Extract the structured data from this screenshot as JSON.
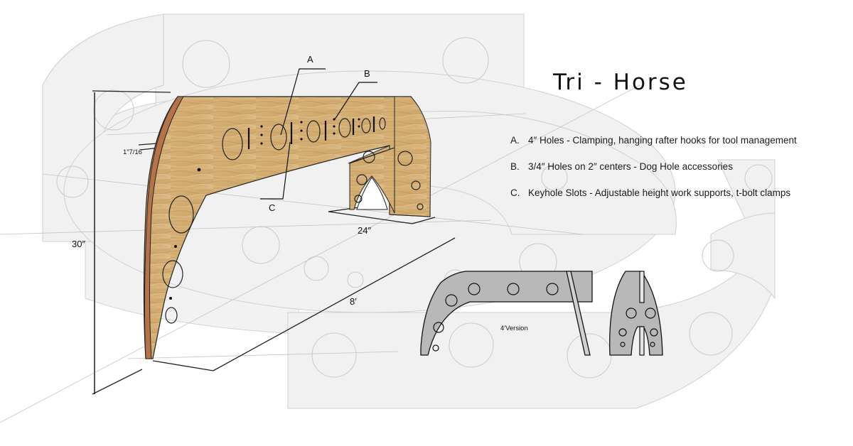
{
  "title": "Tri - Horse",
  "notes": [
    {
      "key": "A.",
      "text": "4″ Holes - Clamping, hanging rafter hooks for tool management"
    },
    {
      "key": "B.",
      "text": "3/4″ Holes on 2″ centers - Dog Hole accessories"
    },
    {
      "key": "C.",
      "text": "Keyhole Slots - Adjustable height work supports, t-bolt clamps"
    }
  ],
  "callouts": {
    "a": "A",
    "b": "B",
    "c": "C"
  },
  "dimensions": {
    "thickness": "1”7/16",
    "height": "30″",
    "width": "24″",
    "length": "8′"
  },
  "version_label": "4′Version",
  "colors": {
    "background_shape": "#f1f1f1",
    "plywood": "#d6b27a",
    "plywood_edge": "#b5734a",
    "gray_part": "#b8b8b8",
    "outline": "#111111"
  }
}
